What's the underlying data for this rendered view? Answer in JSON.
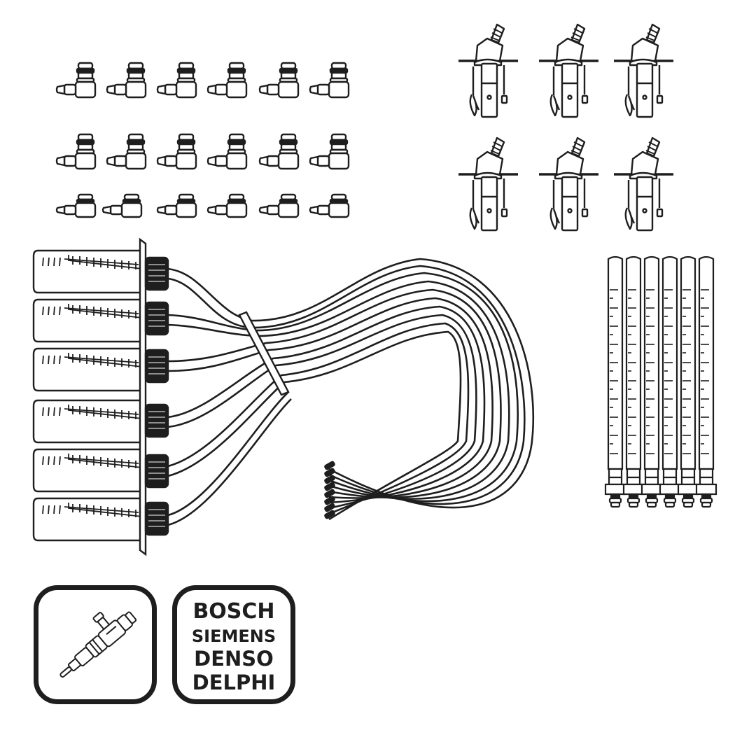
{
  "product": {
    "kit_description": "Diesel injector return flow test kit (line-art product illustration)",
    "line_color": "#1e1e1e",
    "background_color": "#ffffff"
  },
  "components": {
    "elbow_connectors": {
      "rows": 3,
      "per_row": 6,
      "total": 18
    },
    "injector_adapters": {
      "rows": 2,
      "per_row": 3,
      "total": 6
    },
    "syringe_bottles": {
      "count": 6
    },
    "hoses": {
      "count": 6
    },
    "measuring_tubes": {
      "count": 6
    }
  },
  "badges": {
    "injector_icon": {
      "icon": "fuel-injector-icon"
    },
    "brands": {
      "lines": [
        "BOSCH",
        "SIEMENS",
        "DENSO",
        "DELPHI"
      ]
    }
  }
}
